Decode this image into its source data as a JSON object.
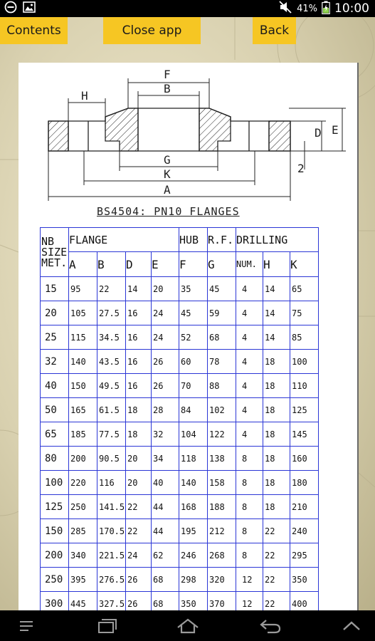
{
  "status_bar": {
    "battery_percent": "41%",
    "time": "10:00"
  },
  "toolbar": {
    "contents_label": "Contents",
    "close_label": "Close app",
    "back_label": "Back"
  },
  "drawing": {
    "dimension_letters": [
      "F",
      "B",
      "H",
      "D",
      "E",
      "G",
      "K",
      "A",
      "2"
    ],
    "caption": "BS4504: PN10 FLANGES"
  },
  "table": {
    "group_headers": {
      "nb": [
        "NB",
        "SIZE",
        "MET."
      ],
      "flange": "FLANGE",
      "hub": "HUB",
      "rf": "R.F.",
      "drilling": "DRILLING"
    },
    "columns": [
      "A",
      "B",
      "D",
      "E",
      "F",
      "G",
      "NUM.",
      "H",
      "K"
    ],
    "rows": [
      [
        "15",
        "95",
        "22",
        "14",
        "20",
        "35",
        "45",
        "4",
        "14",
        "65"
      ],
      [
        "20",
        "105",
        "27.5",
        "16",
        "24",
        "45",
        "59",
        "4",
        "14",
        "75"
      ],
      [
        "25",
        "115",
        "34.5",
        "16",
        "24",
        "52",
        "68",
        "4",
        "14",
        "85"
      ],
      [
        "32",
        "140",
        "43.5",
        "16",
        "26",
        "60",
        "78",
        "4",
        "18",
        "100"
      ],
      [
        "40",
        "150",
        "49.5",
        "16",
        "26",
        "70",
        "88",
        "4",
        "18",
        "110"
      ],
      [
        "50",
        "165",
        "61.5",
        "18",
        "28",
        "84",
        "102",
        "4",
        "18",
        "125"
      ],
      [
        "65",
        "185",
        "77.5",
        "18",
        "32",
        "104",
        "122",
        "4",
        "18",
        "145"
      ],
      [
        "80",
        "200",
        "90.5",
        "20",
        "34",
        "118",
        "138",
        "8",
        "18",
        "160"
      ],
      [
        "100",
        "220",
        "116",
        "20",
        "40",
        "140",
        "158",
        "8",
        "18",
        "180"
      ],
      [
        "125",
        "250",
        "141.5",
        "22",
        "44",
        "168",
        "188",
        "8",
        "18",
        "210"
      ],
      [
        "150",
        "285",
        "170.5",
        "22",
        "44",
        "195",
        "212",
        "8",
        "22",
        "240"
      ],
      [
        "200",
        "340",
        "221.5",
        "24",
        "62",
        "246",
        "268",
        "8",
        "22",
        "295"
      ],
      [
        "250",
        "395",
        "276.5",
        "26",
        "68",
        "298",
        "320",
        "12",
        "22",
        "350"
      ],
      [
        "300",
        "445",
        "327.5",
        "26",
        "68",
        "350",
        "370",
        "12",
        "22",
        "400"
      ]
    ]
  },
  "icons": {
    "status_left": [
      "minus-circle-icon",
      "image-icon"
    ],
    "status_right": [
      "mute-icon",
      "battery-icon"
    ],
    "nav": [
      "menu-icon",
      "recent-apps-icon",
      "home-icon",
      "back-icon",
      "chevron-up-icon"
    ]
  }
}
